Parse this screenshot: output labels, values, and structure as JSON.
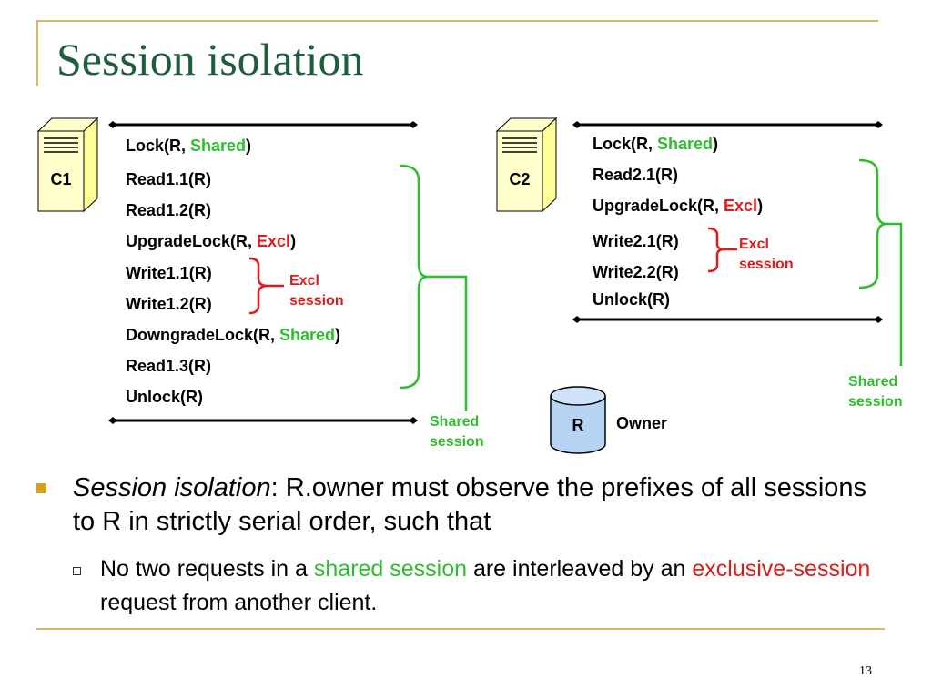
{
  "slide": {
    "title": "Session isolation",
    "page_number": "13"
  },
  "client1": {
    "label": "C1",
    "ops": [
      {
        "pre": "Lock(R, ",
        "hl": "Shared",
        "hl_color": "#2ebd2e",
        "post": ")"
      },
      {
        "pre": "Read1.1(R)",
        "hl": "",
        "post": ""
      },
      {
        "pre": "Read1.2(R)",
        "hl": "",
        "post": ""
      },
      {
        "pre": "UpgradeLock(R, ",
        "hl": "Excl",
        "hl_color": "#e01b1b",
        "post": ")"
      },
      {
        "pre": "Write1.1(R)",
        "hl": "",
        "post": ""
      },
      {
        "pre": "Write1.2(R)",
        "hl": "",
        "post": ""
      },
      {
        "pre": "DowngradeLock(R, ",
        "hl": "Shared",
        "hl_color": "#2ebd2e",
        "post": ")"
      },
      {
        "pre": "Read1.3(R)",
        "hl": "",
        "post": ""
      },
      {
        "pre": "Unlock(R)",
        "hl": "",
        "post": ""
      }
    ],
    "excl_label": [
      "Excl",
      "session"
    ],
    "shared_label": [
      "Shared",
      "session"
    ]
  },
  "client2": {
    "label": "C2",
    "ops": [
      {
        "pre": "Lock(R, ",
        "hl": "Shared",
        "hl_color": "#2ebd2e",
        "post": ")"
      },
      {
        "pre": "Read2.1(R)",
        "hl": "",
        "post": ""
      },
      {
        "pre": "UpgradeLock(R, ",
        "hl": "Excl",
        "hl_color": "#e01b1b",
        "post": ")"
      },
      {
        "pre": "Write2.1(R)",
        "hl": "",
        "post": ""
      },
      {
        "pre": "Write2.2(R)",
        "hl": "",
        "post": ""
      },
      {
        "pre": "Unlock(R)",
        "hl": "",
        "post": ""
      }
    ],
    "excl_label": [
      "Excl",
      "session"
    ],
    "shared_label": [
      "Shared",
      "session"
    ]
  },
  "resource": {
    "label": "R",
    "owner_label": "Owner"
  },
  "bullets": {
    "main_term": "Session isolation",
    "main_rest": ": R.owner must observe the prefixes of all sessions to R in strictly serial order, such that",
    "sub_pre": "No two requests in a ",
    "sub_green": "shared session",
    "sub_mid": " are interleaved by an ",
    "sub_red": "exclusive-session",
    "sub_post": " request from another client."
  },
  "colors": {
    "title": "#1e5e3c",
    "accent_rule": "#d9b86a",
    "shared": "#2ebd2e",
    "excl": "#e01b1b",
    "server_fill": "#ffffcc",
    "db_fill": "#b8d4f5"
  }
}
